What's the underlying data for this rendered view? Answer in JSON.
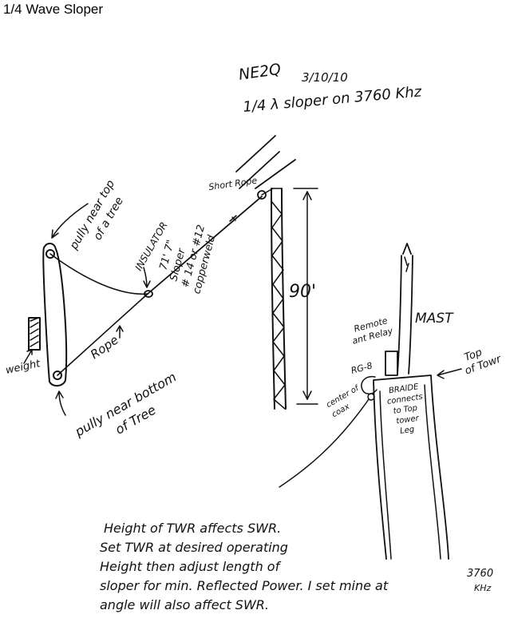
{
  "title": "1/4 Wave Sloper",
  "header": {
    "callsign": "NE2Q",
    "date": "3/10/10",
    "description": "1/4 λ sloper on 3760 Khz"
  },
  "labels": {
    "pully_top": [
      "pully near top",
      "of a tree"
    ],
    "pully_bottom": [
      "pully near bottom",
      "of Tree"
    ],
    "weight": "weight",
    "rope": "Rope",
    "insulator": "INSULATOR",
    "short_rope": "Short Rope",
    "sloper_spec": [
      "71' 7\"",
      "Sloper",
      "# 14 or #12",
      "copperweld"
    ],
    "tower_height": "90'",
    "mast": "MAST",
    "top_of_tower": [
      "Top",
      "of Towr"
    ],
    "remote_ant_relay": [
      "Remote",
      "ant Relay"
    ],
    "rg8": "RG-8",
    "center_of_coax": [
      "center of",
      "coax"
    ],
    "braid": [
      "BRAIDE",
      "connects",
      "to Top",
      "tower",
      "Leg"
    ]
  },
  "notes": [
    "Height of TWR affects SWR.",
    "Set TWR at desired operating",
    "Height then adjust length of",
    "sloper for min. Reflected Power. I set mine at",
    "angle will also affect SWR."
  ],
  "note_freq": [
    "3760",
    "KHz"
  ]
}
